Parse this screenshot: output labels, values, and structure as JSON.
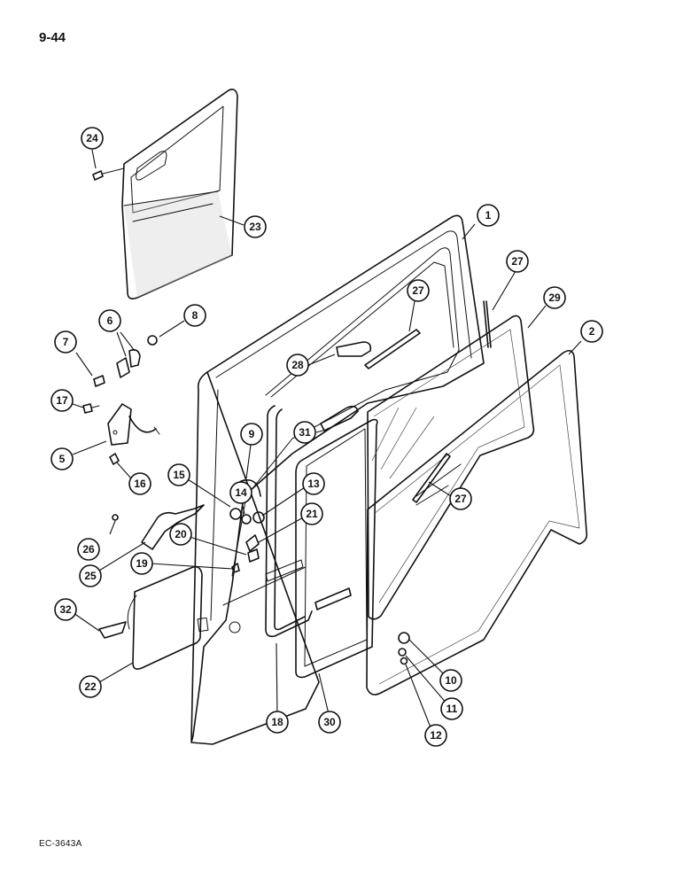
{
  "page_number": "9-44",
  "reference_code": "EC-3643A",
  "callouts": [
    {
      "id": "c1",
      "label": "1"
    },
    {
      "id": "c2",
      "label": "2"
    },
    {
      "id": "c5",
      "label": "5"
    },
    {
      "id": "c6",
      "label": "6"
    },
    {
      "id": "c7",
      "label": "7"
    },
    {
      "id": "c8",
      "label": "8"
    },
    {
      "id": "c9",
      "label": "9"
    },
    {
      "id": "c10",
      "label": "10"
    },
    {
      "id": "c11",
      "label": "11"
    },
    {
      "id": "c12",
      "label": "12"
    },
    {
      "id": "c13",
      "label": "13"
    },
    {
      "id": "c14",
      "label": "14"
    },
    {
      "id": "c15",
      "label": "15"
    },
    {
      "id": "c16",
      "label": "16"
    },
    {
      "id": "c17",
      "label": "17"
    },
    {
      "id": "c18",
      "label": "18"
    },
    {
      "id": "c19",
      "label": "19"
    },
    {
      "id": "c20",
      "label": "20"
    },
    {
      "id": "c21",
      "label": "21"
    },
    {
      "id": "c22",
      "label": "22"
    },
    {
      "id": "c23",
      "label": "23"
    },
    {
      "id": "c24",
      "label": "24"
    },
    {
      "id": "c25",
      "label": "25"
    },
    {
      "id": "c26",
      "label": "26"
    },
    {
      "id": "c27a",
      "label": "27"
    },
    {
      "id": "c27b",
      "label": "27"
    },
    {
      "id": "c27c",
      "label": "27"
    },
    {
      "id": "c28",
      "label": "28"
    },
    {
      "id": "c29",
      "label": "29"
    },
    {
      "id": "c30",
      "label": "30"
    },
    {
      "id": "c31",
      "label": "31"
    },
    {
      "id": "c32",
      "label": "32"
    }
  ]
}
